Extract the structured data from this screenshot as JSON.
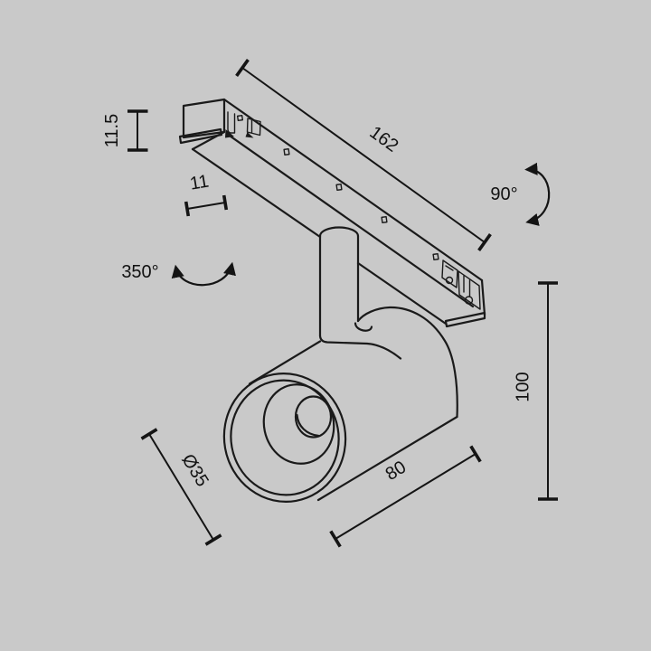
{
  "drawing": {
    "title": "Track-mounted spotlight technical dimension drawing",
    "background_color": "#c9c9c9",
    "line_color": "#1a1a1a",
    "text_color": "#111111",
    "dimensions": {
      "track_height_mm": "11.5",
      "track_length_mm": "162",
      "track_width_mm": "11",
      "fixture_height_mm": "100",
      "head_length_mm": "80",
      "head_diameter_mm": "Ø35",
      "head_rotation_deg": "350°",
      "tilt_rotation_deg": "90°"
    },
    "icons": {
      "rotation_350": "curved-double-arrow-horizontal",
      "rotation_90": "curved-double-arrow-vertical"
    }
  }
}
